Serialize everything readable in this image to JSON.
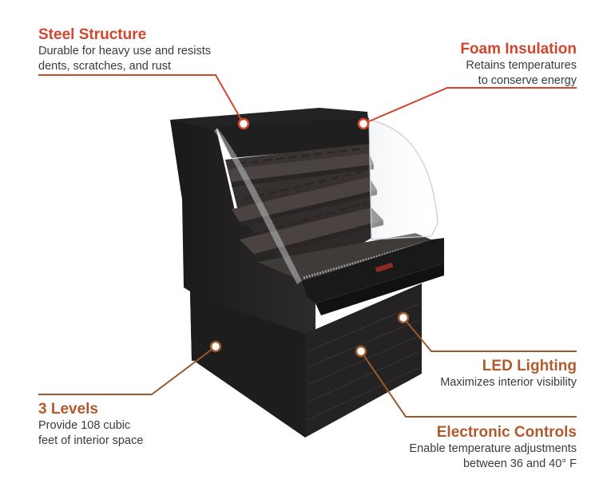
{
  "callouts": {
    "steel": {
      "title": "Steel Structure",
      "desc": "Durable for heavy use and resists\ndents, scratches, and rust"
    },
    "foam": {
      "title": "Foam Insulation",
      "desc": "Retains temperatures\nto conserve energy"
    },
    "led": {
      "title": "LED Lighting",
      "desc": "Maximizes interior visibility"
    },
    "levels": {
      "title": "3 Levels",
      "desc": "Provide 108 cubic\nfeet of interior space"
    },
    "controls": {
      "title": "Electronic Controls",
      "desc": "Enable temperature adjustments\nbetween 36 and 40° F"
    }
  },
  "colors": {
    "red_accent": "#d2462e",
    "brown_accent": "#9a5a2c",
    "cabinet": "#1c1b1b"
  }
}
